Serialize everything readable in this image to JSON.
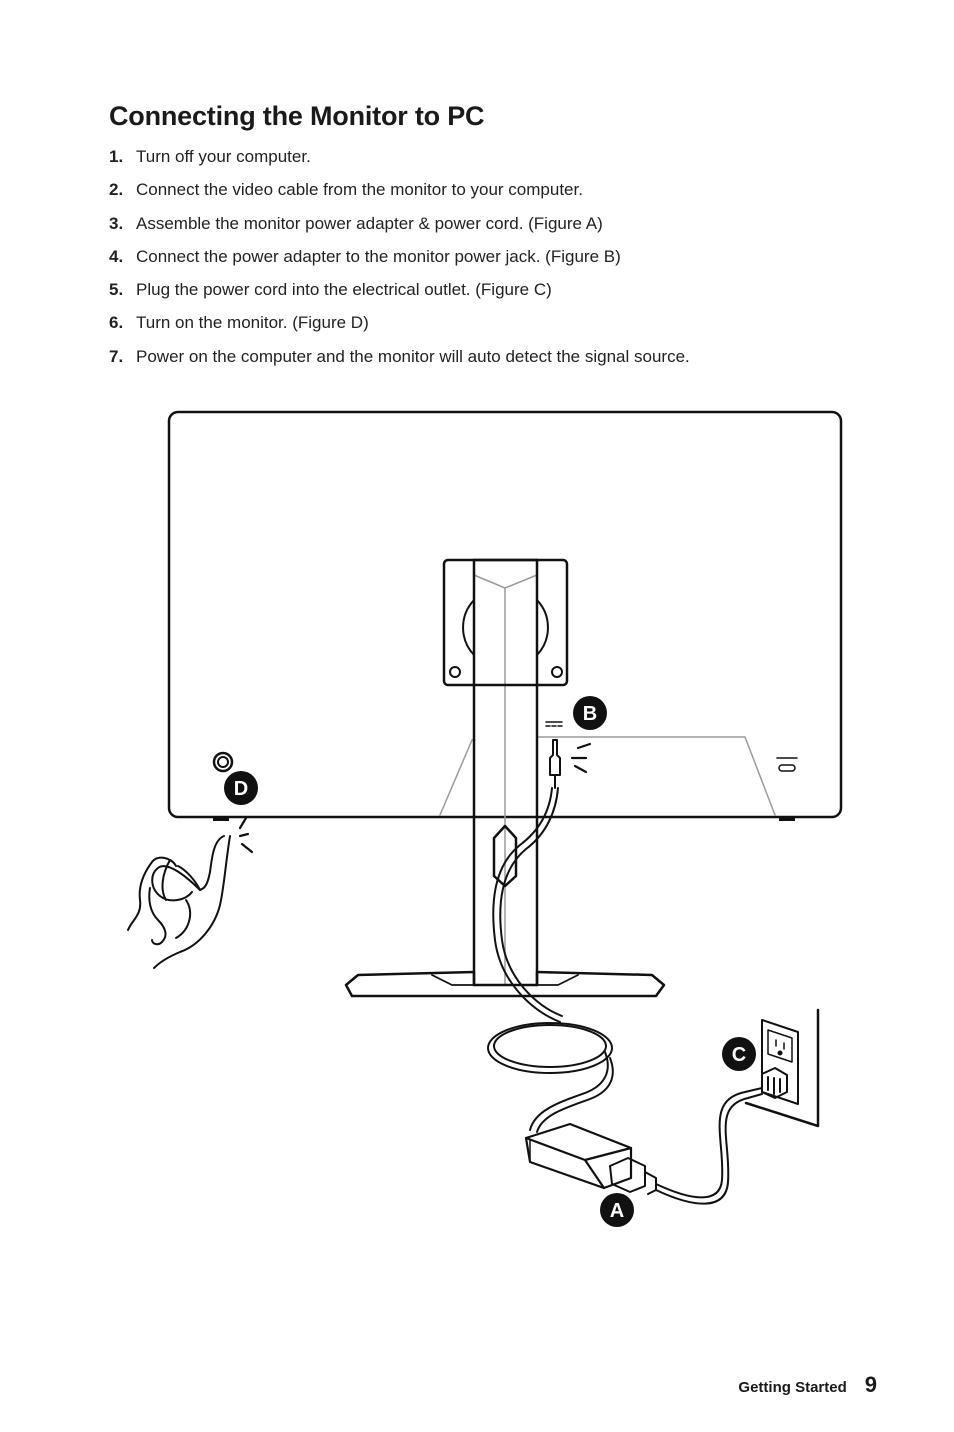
{
  "heading": "Connecting the Monitor to PC",
  "steps": [
    {
      "num": "1.",
      "text": "Turn off your computer."
    },
    {
      "num": "2.",
      "text": "Connect the video cable from the monitor to your computer."
    },
    {
      "num": "3.",
      "text": "Assemble the monitor power adapter & power cord. (Figure A)"
    },
    {
      "num": "4.",
      "text": "Connect the power adapter to the monitor power jack. (Figure B)"
    },
    {
      "num": "5.",
      "text": "Plug the power cord into the electrical outlet. (Figure C)"
    },
    {
      "num": "6.",
      "text": "Turn on the monitor. (Figure D)"
    },
    {
      "num": "7.",
      "text": "Power on the computer and the monitor will auto detect the signal source."
    }
  ],
  "figure_labels": {
    "a": "A",
    "b": "B",
    "c": "C",
    "d": "D"
  },
  "footer": {
    "section": "Getting Started",
    "page": "9"
  },
  "colors": {
    "text": "#1a1a1a",
    "line": "#111111",
    "badge": "#111111",
    "light_line": "#9a9a9a"
  }
}
